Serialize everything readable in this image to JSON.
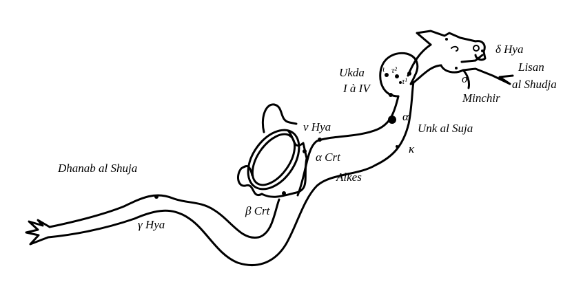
{
  "title": "Hydra constellation figure",
  "labels": {
    "dhanab": "Dhanab al Shuja",
    "gamma_hya": "γ Hya",
    "beta_crt": "β Crt",
    "alpha_crt": "α Crt",
    "alkes": "Alkes",
    "nu_hya": "ν Hya",
    "alpha": "α",
    "kappa": "κ",
    "unk": "Unk al Suja",
    "ukda": "Ukda",
    "ukda_range": "I à IV",
    "iota": "ι",
    "tau2": "τ²",
    "tau1": "τ¹",
    "sigma": "σ",
    "minchir": "Minchir",
    "delta_hya": "δ Hya",
    "lisan": "Lisan",
    "al_shudja": "al Shudja"
  },
  "colors": {
    "ink": "#000000",
    "paper": "#ffffff"
  }
}
